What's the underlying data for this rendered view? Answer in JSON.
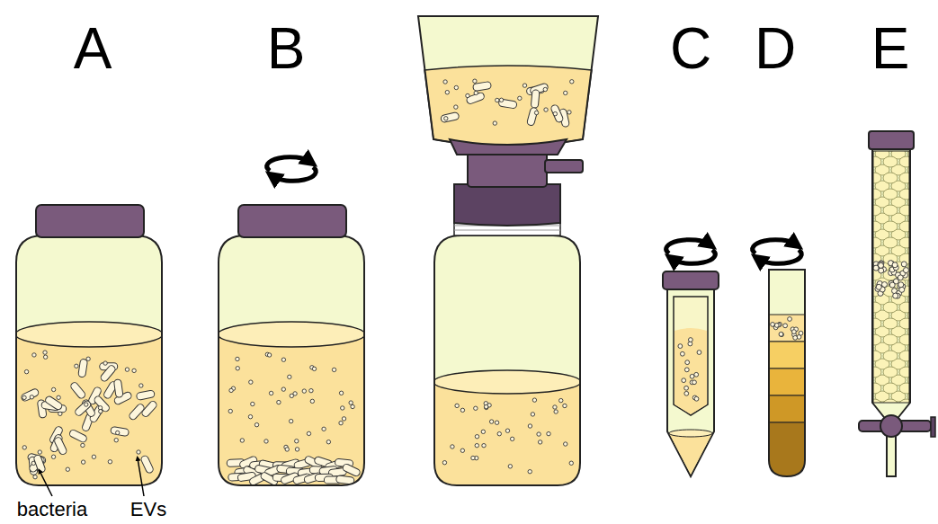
{
  "diagram": {
    "labels": [
      "A",
      "B",
      "C",
      "D",
      "E",
      "bacteria",
      "EVs"
    ]
  }
}
